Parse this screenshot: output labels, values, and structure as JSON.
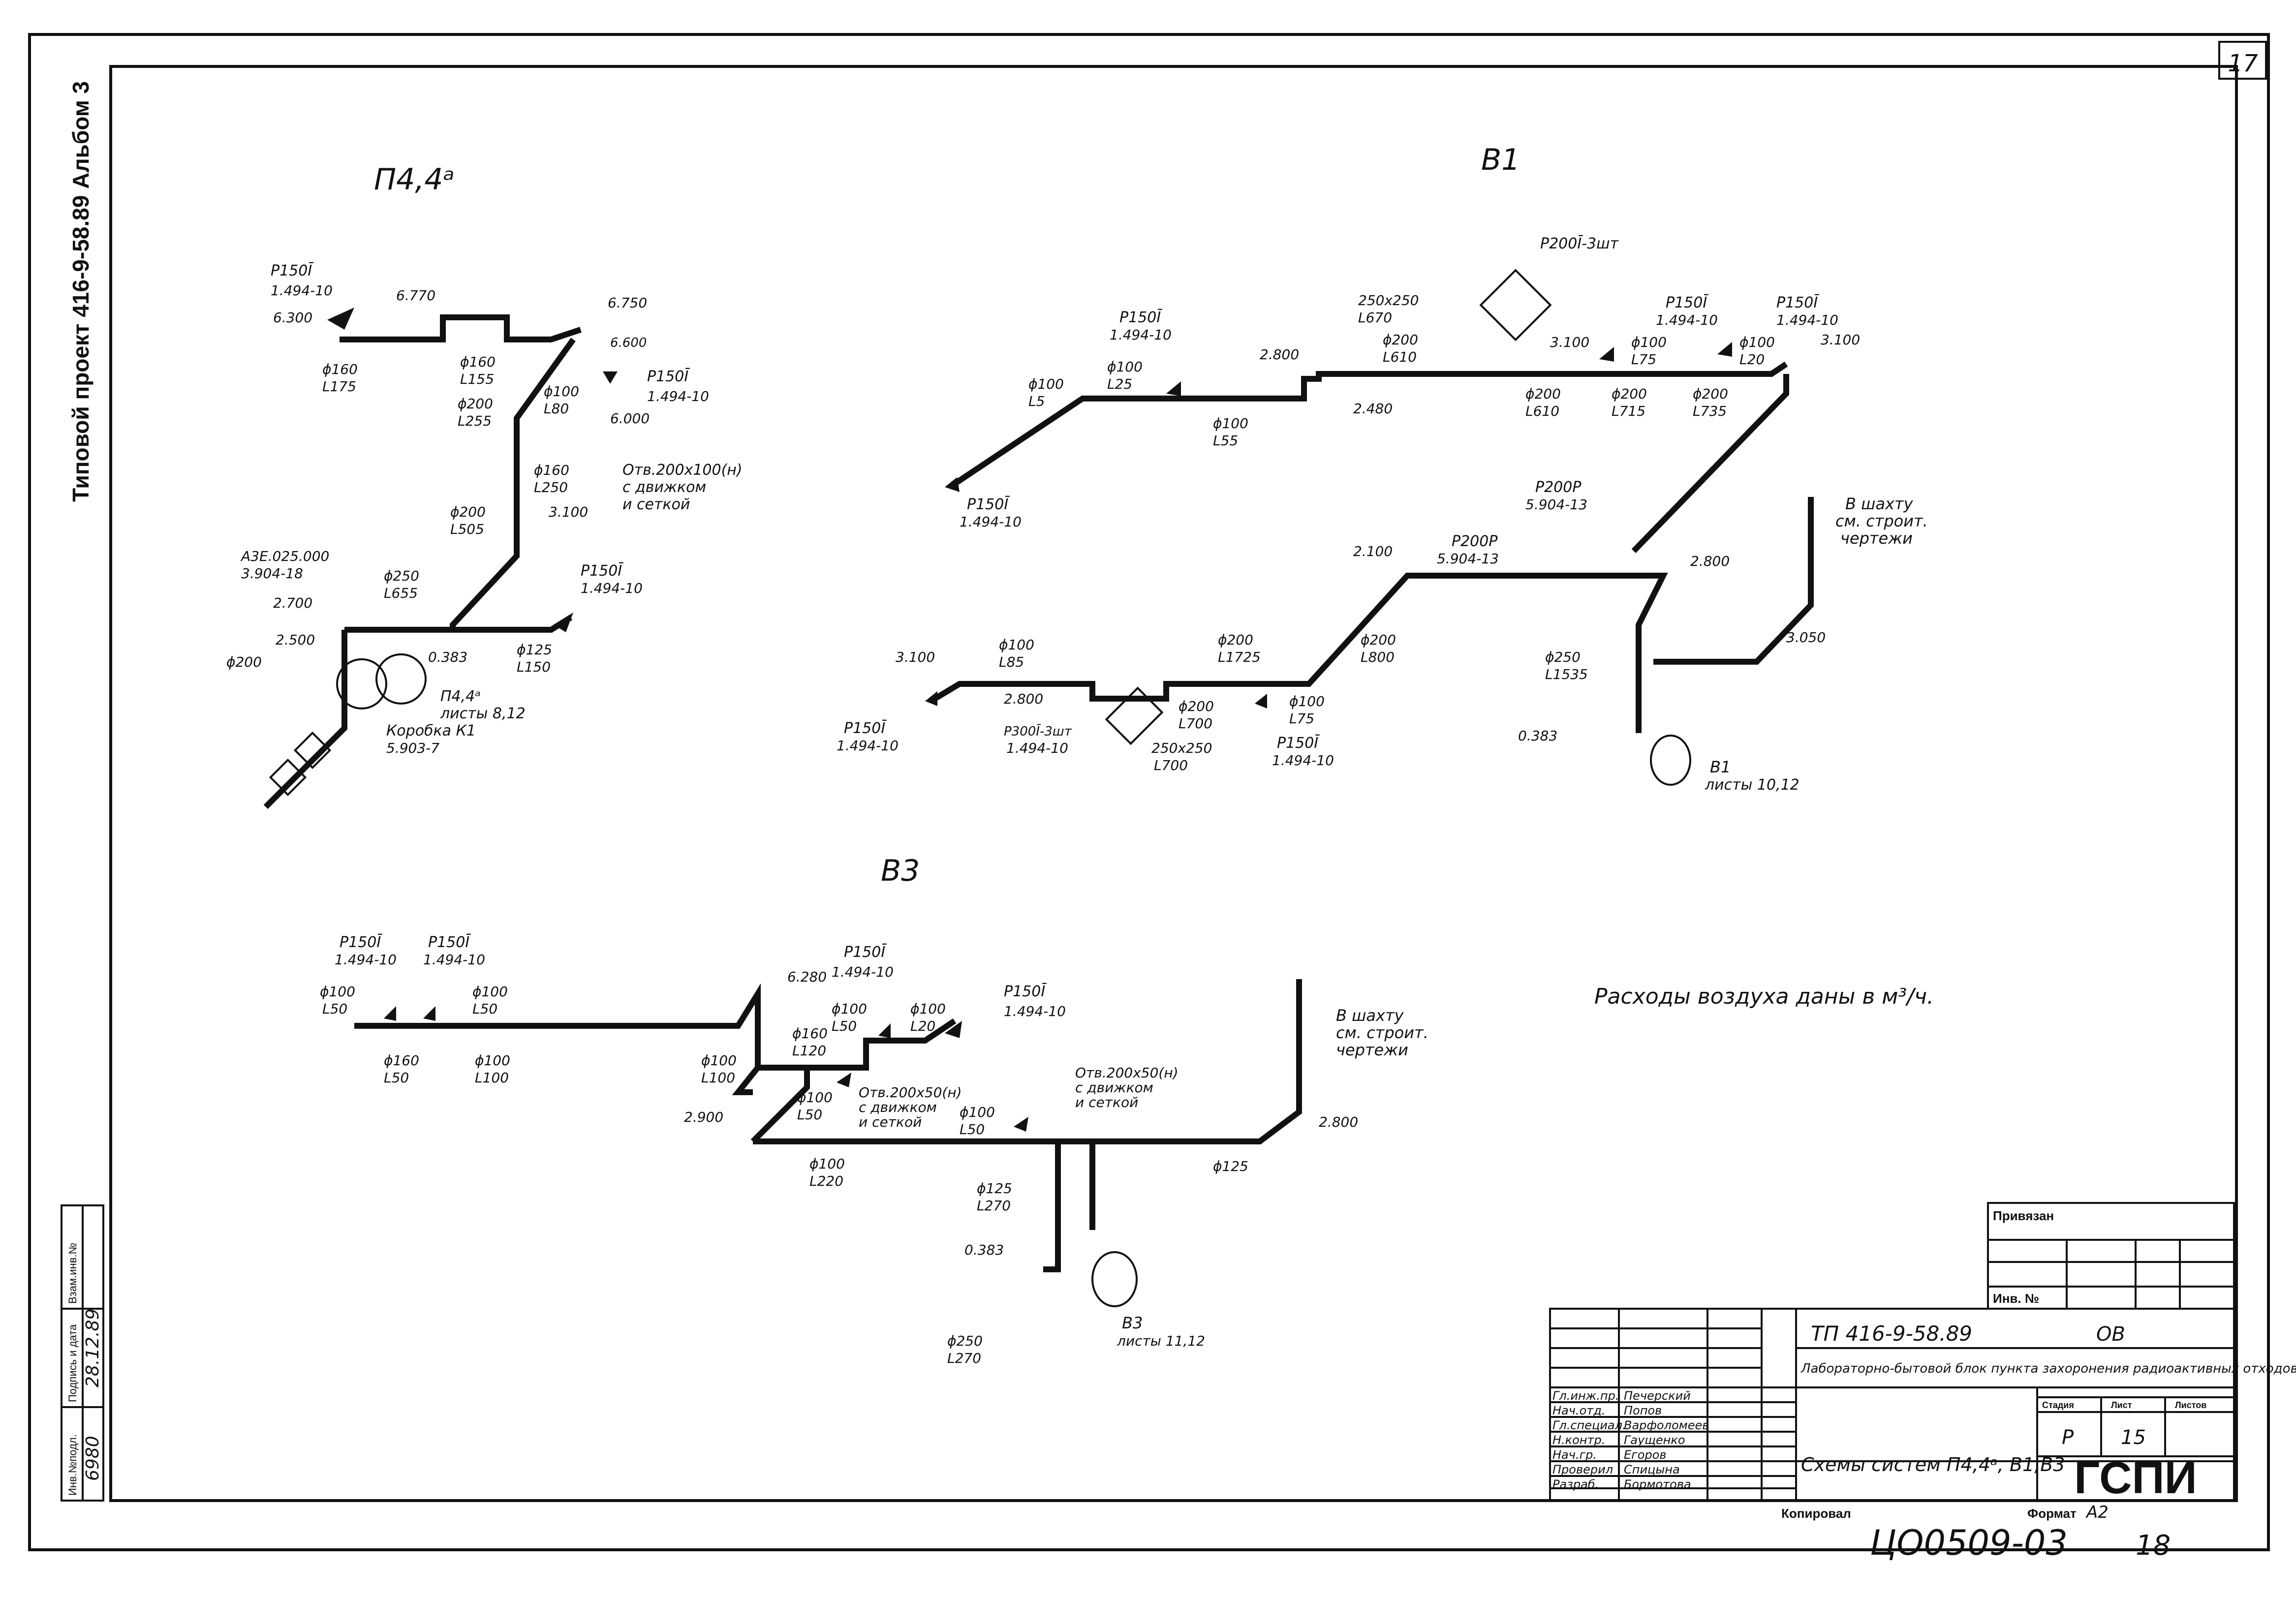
{
  "sheet": {
    "sheet_number": "17",
    "side_label": "Типовой проект 416-9-58.89 Альбом 3",
    "copied_label": "Копировал",
    "format_label": "Формат",
    "format_value": "А2",
    "inventory_code": "ЦО0509-03",
    "page_number": "18",
    "note": "Расходы воздуха даны в м³/ч."
  },
  "side_stamp": {
    "inv_label": "Инв.№подл.",
    "inv_value": "6980",
    "sign_label": "Подпись и дата",
    "sign_value": "28.12.89",
    "vzam_label": "Взам.инв.№"
  },
  "title_block": {
    "attached_label": "Привязан",
    "inv_no_label": "Инв. №",
    "project_code": "ТП 416-9-58.89",
    "section": "ОВ",
    "description": "Лабораторно-бытовой блок пункта захоронения радиоактивных отходов",
    "stage_label": "Стадия",
    "sheet_label": "Лист",
    "sheets_label": "Листов",
    "stage_value": "Р",
    "sheet_value": "15",
    "drawing_title": "Схемы систем П4,4ᵃ, В1,В3",
    "org": "ГСПИ",
    "staff": [
      {
        "role": "Гл.инж.пр.",
        "name": "Печерский"
      },
      {
        "role": "Нач.отд.",
        "name": "Попов"
      },
      {
        "role": "Гл.специал.",
        "name": "Варфоломеев"
      },
      {
        "role": "Н.контр.",
        "name": "Гаущенко"
      },
      {
        "role": "Нач.гр.",
        "name": "Егоров"
      },
      {
        "role": "Проверил",
        "name": "Спицына"
      },
      {
        "role": "Разраб.",
        "name": "Бормотова"
      }
    ]
  },
  "schemes": {
    "p44a": {
      "title": "П4,4ᵃ",
      "labels": {
        "grille1_code": "Р150Ī",
        "grille1_ref": "1.494-10",
        "el_6_300": "6.300",
        "el_6_770": "6.770",
        "el_6_750": "6.750",
        "el_6_600": "6.600",
        "el_6_000": "6.000",
        "el_3_100": "3.100",
        "el_2_700": "2.700",
        "el_2_500": "2.500",
        "d160_a": "ϕ160",
        "l175": "L175",
        "d160_b": "ϕ160",
        "l155": "L155",
        "d100_a": "ϕ100",
        "l80": "L80",
        "d200_a": "ϕ200",
        "l255": "L255",
        "grille2_code": "Р150Ī",
        "grille2_ref": "1.494-10",
        "d160_c": "ϕ160",
        "l250": "L250",
        "otv_1": "Отв.200х100(н)",
        "otv_2": "с движком",
        "otv_3": "и сеткой",
        "d200_b": "ϕ200",
        "l505": "L505",
        "grille3_code": "Р150Ī",
        "grille3_ref": "1.494-10",
        "d250": "ϕ250",
        "l655": "L655",
        "a3e_code": "А3Е.025.000",
        "a3e_ref": "3.904-18",
        "d125": "ϕ125",
        "l150": "L150",
        "d200_c": "ϕ200",
        "el_0_383": "0.383",
        "unit_name": "П4,4ᵃ",
        "unit_sheets": "листы 8,12",
        "box_name": "Коробка К1",
        "box_ref": "5.903-7"
      }
    },
    "v1": {
      "title": "В1",
      "labels": {
        "p200_3": "Р200Ī-3шт",
        "box1": "250х250",
        "box1_l": "L670",
        "d200_a": "ϕ200",
        "l610_a": "L610",
        "g1_code": "Р150Ī",
        "g1_ref": "1.494-10",
        "d100_a": "ϕ100",
        "l5": "L5",
        "d100_b": "ϕ100",
        "l25": "L25",
        "el_2_800a": "2.800",
        "el_3_100a": "3.100",
        "g2_code": "Р150Ī",
        "g2_ref": "1.494-10",
        "d100_c": "ϕ100",
        "l75": "L75",
        "g3_code": "Р150Ī",
        "g3_ref": "1.494-10",
        "d100_d": "ϕ100",
        "l20": "L20",
        "el_3_100b": "3.100",
        "d200_b": "ϕ200",
        "l610_b": "L610",
        "d200_c": "ϕ200",
        "l715": "L715",
        "d200_d": "ϕ200",
        "l735": "L735",
        "el_2_480": "2.480",
        "d100_e": "ϕ100",
        "l55": "L55",
        "g4_code": "Р150Ī",
        "g4_ref": "1.494-10",
        "p200p_a": "Р200Р",
        "p200p_a_ref": "5.904-13",
        "p200p_b": "Р200Р",
        "p200p_b_ref": "5.904-13",
        "shaft_1": "В шахту",
        "shaft_2": "см. строит.",
        "shaft_3": "чертежи",
        "el_2_800b": "2.800",
        "el_2_100": "2.100",
        "d100_f": "ϕ100",
        "l85": "L85",
        "d200_e": "ϕ200",
        "l1725": "L1725",
        "d200_f": "ϕ200",
        "l800": "L800",
        "el_3_100c": "3.100",
        "el_2_800c": "2.800",
        "g5_code": "Р150Ī",
        "g5_ref": "1.494-10",
        "p300_3": "Р300Ī-3шт",
        "p300_ref": "1.494-10",
        "d200_g": "ϕ200",
        "l700": "L700",
        "box2": "250х250",
        "l700b": "L700",
        "d100_g": "ϕ100",
        "l75b": "L75",
        "g6_code": "Р150Ī",
        "g6_ref": "1.494-10",
        "d250": "ϕ250",
        "l1535": "L1535",
        "el_3_050": "3.050",
        "el_0_383": "0.383",
        "unit_name": "В1",
        "unit_sheets": "листы 10,12"
      }
    },
    "v3": {
      "title": "В3",
      "labels": {
        "g1_code": "Р150Ī",
        "g1_ref": "1.494-10",
        "g2_code": "Р150Ī",
        "g2_ref": "1.494-10",
        "d100_a": "ϕ100",
        "l50_a": "L50",
        "d100_b": "ϕ100",
        "l50_b": "L50",
        "d160_a": "ϕ160",
        "l50_c": "L50",
        "d100_c": "ϕ100",
        "l100_a": "L100",
        "el_6_280": "6.280",
        "d160_b": "ϕ160",
        "l120": "L120",
        "d100_d": "ϕ100",
        "l50_d": "L50",
        "g3_code": "Р150Ī",
        "g3_ref": "1.494-10",
        "d100_e": "ϕ100",
        "l20": "L20",
        "g4_code": "Р150Ī",
        "g4_ref": "1.494-10",
        "d100_f": "ϕ100",
        "l100_b": "L100",
        "d100_g": "ϕ100",
        "l50_e": "L50",
        "otv_a1": "Отв.200х50(н)",
        "otv_a2": "с движком",
        "otv_a3": "и сеткой",
        "otv_b1": "Отв.200х50(н)",
        "otv_b2": "с движком",
        "otv_b3": "и сеткой",
        "d100_h": "ϕ100",
        "l50_f": "L50",
        "el_2_900": "2.900",
        "d100_i": "ϕ100",
        "l220": "L220",
        "d125_a": "ϕ125",
        "l270": "L270",
        "el_0_383": "0.383",
        "d250": "ϕ250",
        "l270b": "L270",
        "unit_name": "В3",
        "unit_sheets": "листы 11,12",
        "shaft_1": "В шахту",
        "shaft_2": "см. строит.",
        "shaft_3": "чертежи",
        "el_2_800": "2.800",
        "d125_b": "ϕ125"
      }
    }
  }
}
